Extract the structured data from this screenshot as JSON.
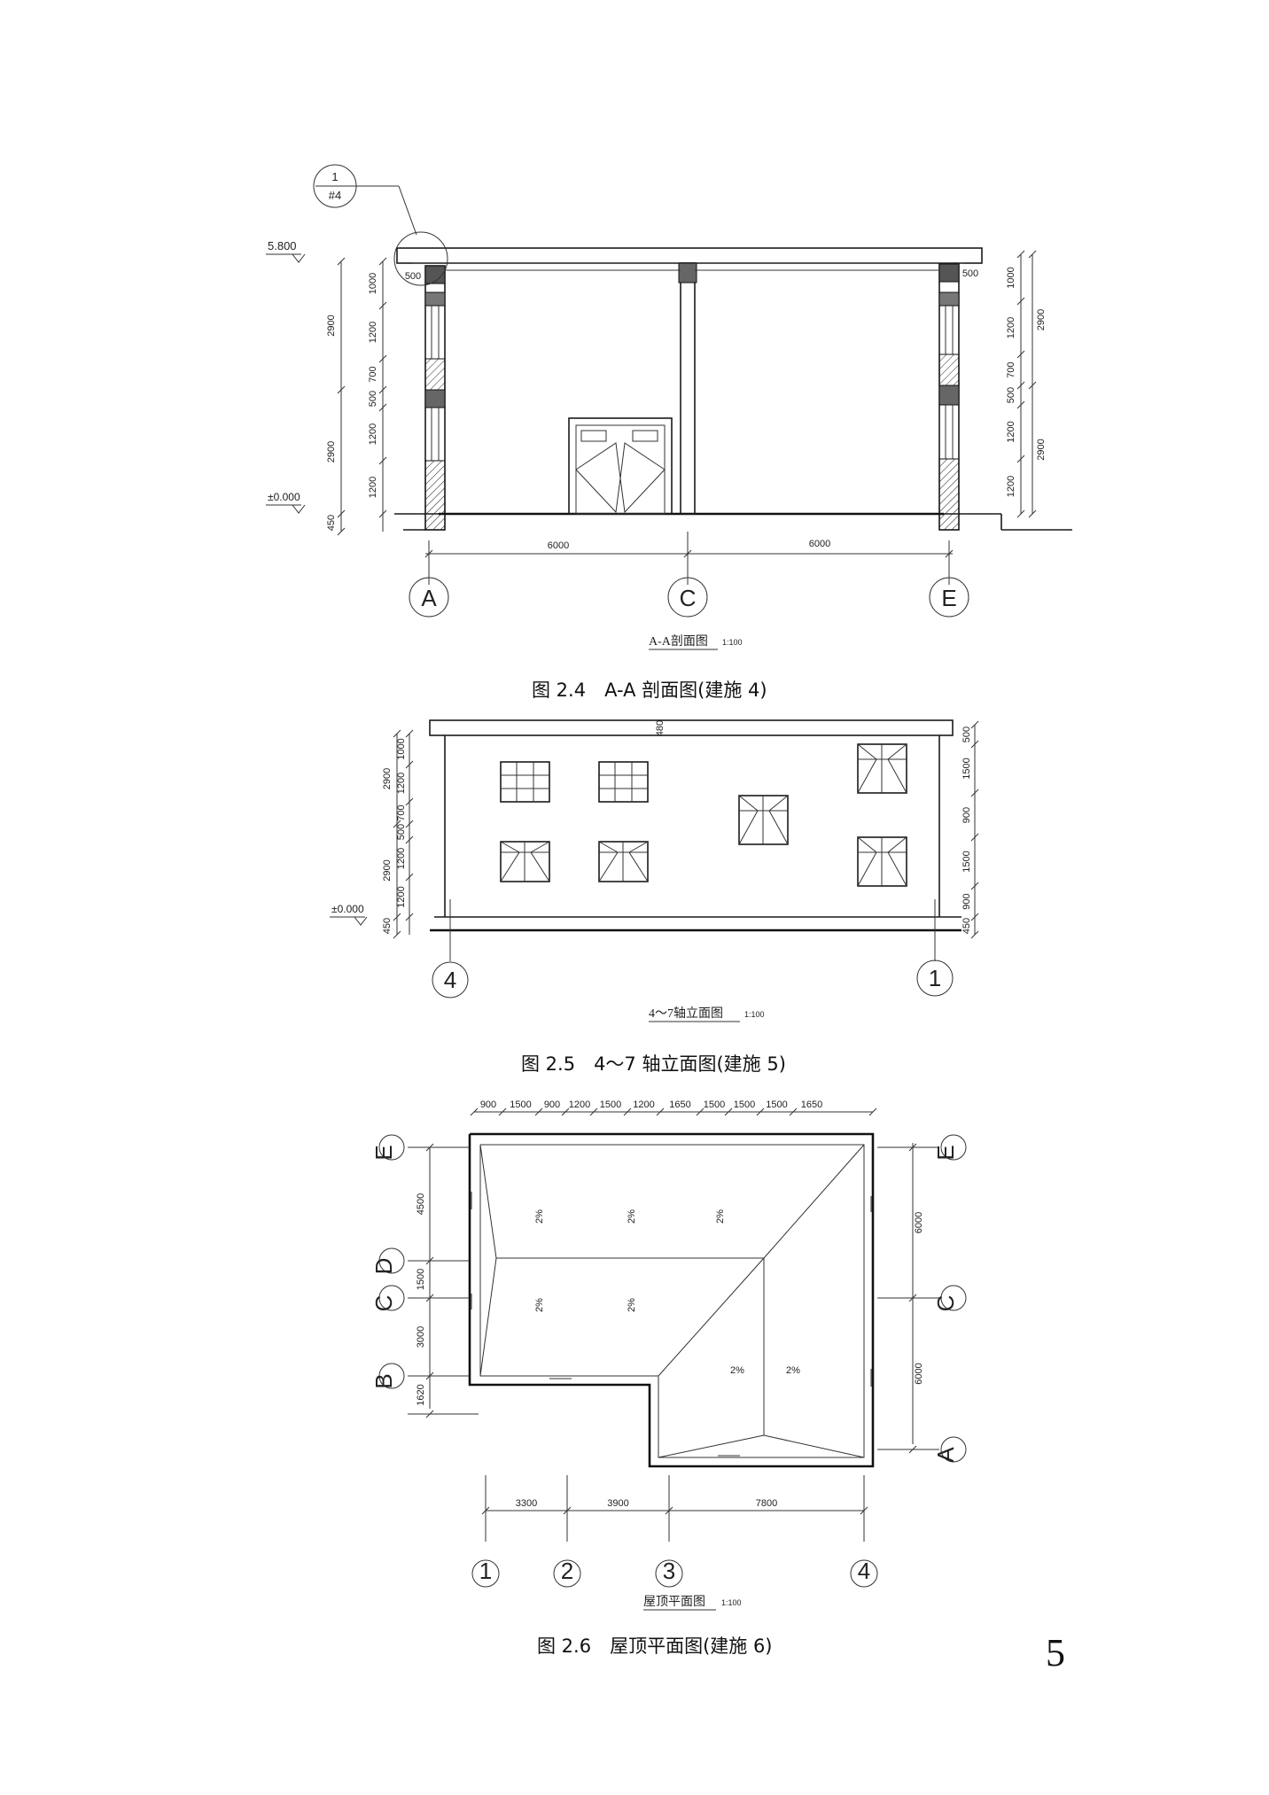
{
  "section": {
    "title": "A-A剖面图",
    "scale": "1:100",
    "caption": "图 2.4　A-A 剖面图(建施 4)",
    "detail_mark": {
      "number": "1",
      "sheet": "#4"
    },
    "elevation_top": "5.800",
    "elevation_ground": "±0.000",
    "left_dims_outer": [
      "2900",
      "2900",
      "450"
    ],
    "left_dims_inner": [
      "1000",
      "1200",
      "700",
      "500",
      "1200",
      "1200"
    ],
    "right_dims_inner": [
      "1000",
      "1200",
      "700",
      "500",
      "1200",
      "1200"
    ],
    "right_dims_outer": [
      "2900",
      "2900"
    ],
    "wall_dim_left": "500",
    "wall_dim_right": "500",
    "span_dims": [
      "6000",
      "6000"
    ],
    "axes": [
      "A",
      "C",
      "E"
    ]
  },
  "elevation": {
    "title": "4～7轴立面图",
    "scale": "1:100",
    "caption": "图 2.5　4～7 轴立面图(建施 5)",
    "elevation_ground": "±0.000",
    "parapet_dim": "480",
    "left_dims_outer": [
      "2900",
      "2900",
      "450"
    ],
    "left_dims_inner": [
      "1000",
      "1200",
      "700",
      "500",
      "1200",
      "1200"
    ],
    "right_dims": [
      "500",
      "1500",
      "900",
      "1500",
      "900",
      "450"
    ],
    "axes": [
      "4",
      "1"
    ]
  },
  "roof": {
    "title": "屋顶平面图",
    "scale": "1:100",
    "caption": "图 2.6　屋顶平面图(建施 6)",
    "top_dims": [
      "900",
      "1500",
      "900",
      "1200",
      "1500",
      "1200",
      "1650",
      "1500",
      "1500",
      "1500",
      "1650"
    ],
    "bottom_dims": [
      "3300",
      "3900",
      "7800"
    ],
    "left_dims": [
      "4500",
      "1500",
      "3000",
      "1620"
    ],
    "right_dims": [
      "6000",
      "6000"
    ],
    "left_axes": [
      "E",
      "D",
      "C",
      "B"
    ],
    "right_axes": [
      "E",
      "C",
      "A"
    ],
    "bottom_axes": [
      "1",
      "2",
      "3",
      "4"
    ],
    "slope_label": "2%"
  },
  "page_number": "5"
}
